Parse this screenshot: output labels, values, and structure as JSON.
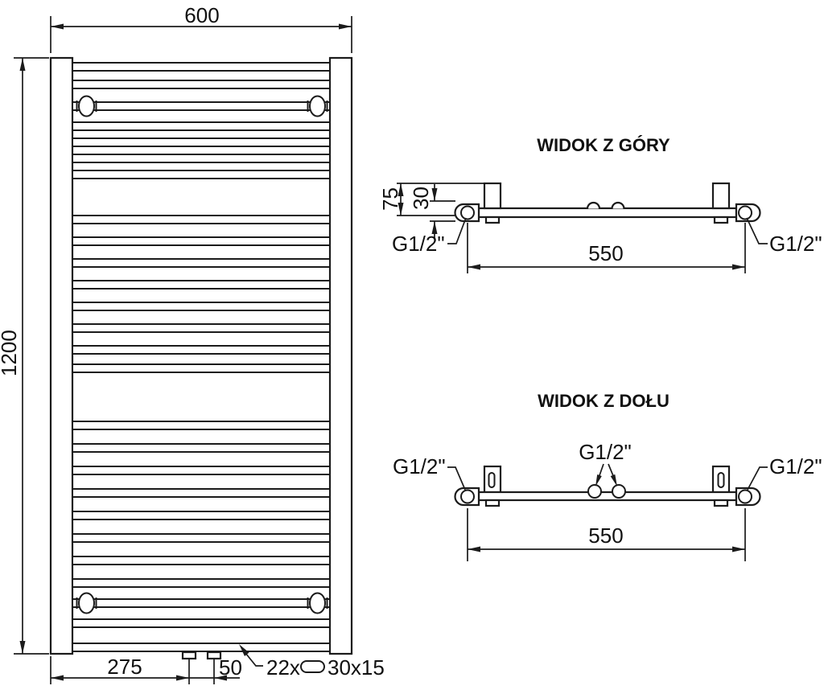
{
  "front_view": {
    "dim_width": "600",
    "dim_height": "1200",
    "dim_bottom_left": "275",
    "dim_bottom_center": "50",
    "rung_note_prefix": "22x",
    "rung_note_suffix": "30x15"
  },
  "top_view": {
    "title": "WIDOK Z GÓRY",
    "dim_depth": "75",
    "dim_offset": "30",
    "dim_span": "550",
    "label_left": "G1/2\"",
    "label_right": "G1/2\""
  },
  "bottom_view": {
    "title": "WIDOK Z DOŁU",
    "dim_span": "550",
    "label_left": "G1/2\"",
    "label_center": "G1/2\"",
    "label_right": "G1/2\""
  }
}
